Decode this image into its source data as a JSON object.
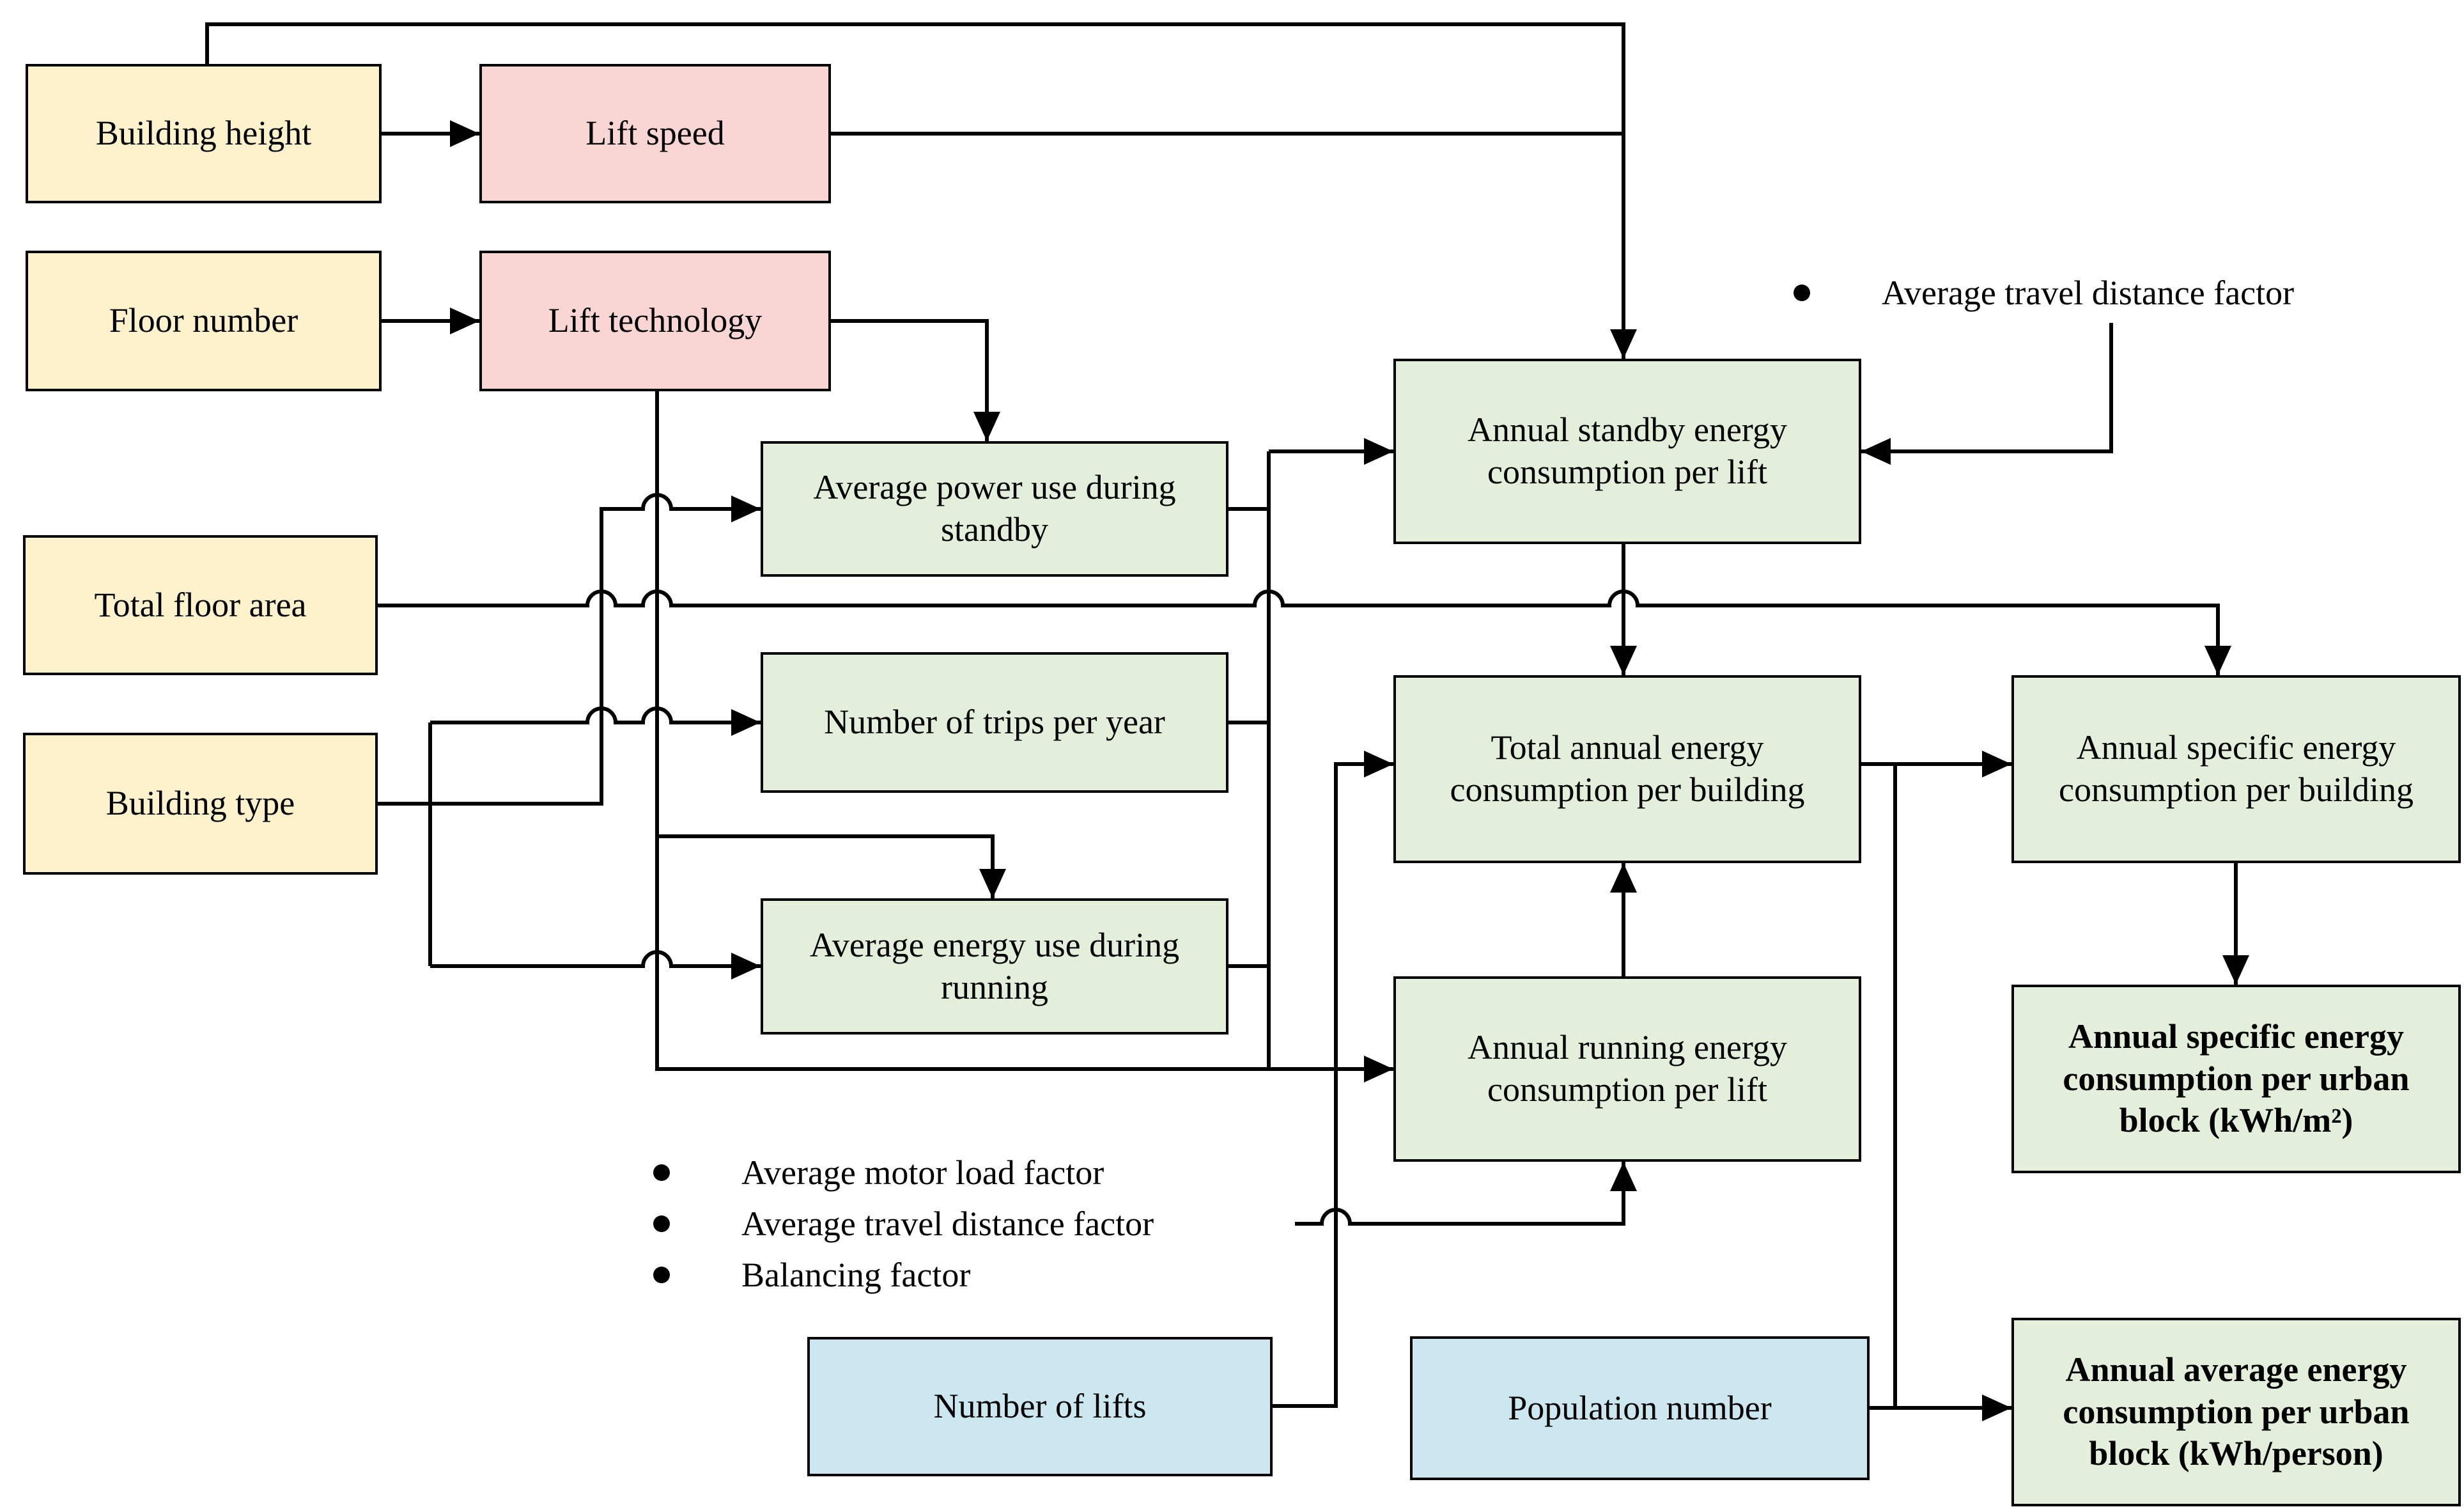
{
  "diagram": {
    "title_hint": "Lift energy consumption calculation flowchart",
    "nodes": {
      "building_height": {
        "label": "Building height"
      },
      "lift_speed": {
        "label": "Lift speed"
      },
      "floor_number": {
        "label": "Floor number"
      },
      "lift_technology": {
        "label": "Lift technology"
      },
      "avg_power_standby": {
        "label": "Average power use during standby"
      },
      "total_floor_area": {
        "label": "Total floor area"
      },
      "num_trips_per_year": {
        "label": "Number of trips per year"
      },
      "building_type": {
        "label": "Building type"
      },
      "avg_energy_running": {
        "label": "Average energy use during running"
      },
      "annual_standby": {
        "label": "Annual standby energy consumption per lift"
      },
      "total_annual": {
        "label": "Total annual energy consumption per building"
      },
      "annual_running": {
        "label": "Annual running energy consumption per lift"
      },
      "annual_specific_building": {
        "label": "Annual specific energy consumption per building"
      },
      "annual_specific_urban": {
        "label": "Annual specific energy consumption per urban block (kWh/m²)"
      },
      "annual_average_urban": {
        "label": "Annual average energy consumption per urban block (kWh/person)"
      },
      "number_of_lifts": {
        "label": "Number of lifts"
      },
      "population_number": {
        "label": "Population number"
      }
    },
    "bullets_top": {
      "items": [
        "Average travel distance factor"
      ]
    },
    "bullets_mid": {
      "items": [
        "Average motor load factor",
        "Average travel distance factor",
        "Balancing factor"
      ]
    },
    "colors": {
      "input_yellow": "#FDF2CC",
      "lift_parameter_pink": "#F9D6D3",
      "computed_green": "#E3EFDA",
      "count_blue": "#CDE7F1",
      "line_and_text": "#000000",
      "background": "#FFFFFF"
    }
  }
}
